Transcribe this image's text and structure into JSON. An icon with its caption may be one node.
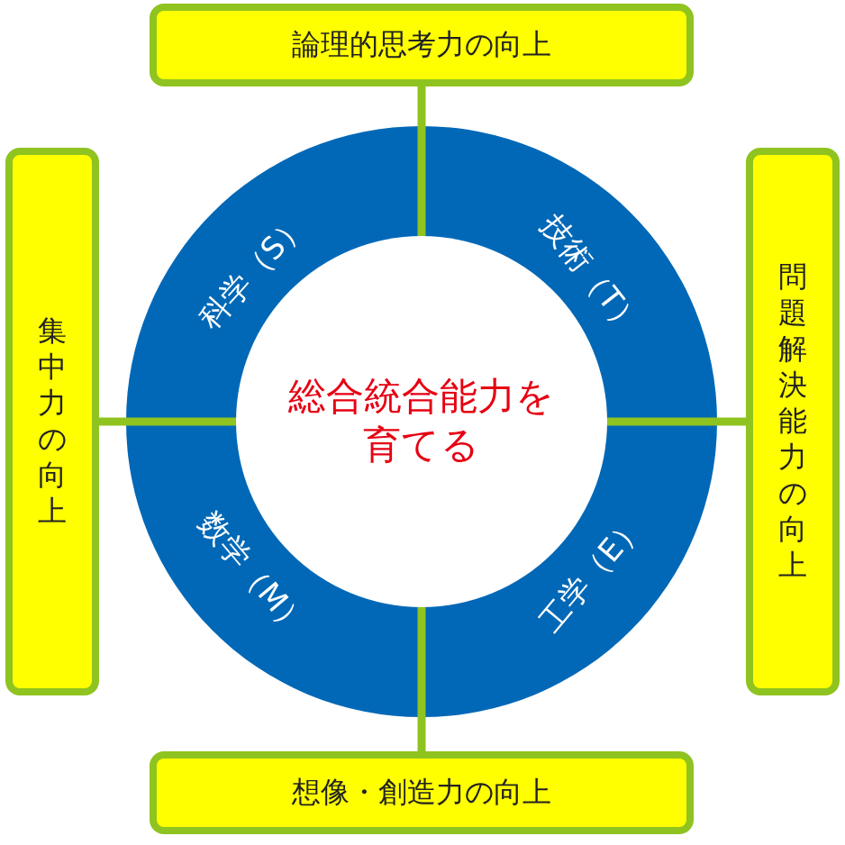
{
  "diagram": {
    "nodes": [
      {
        "text": [
          "論理的思考力の向上"
        ]
      },
      {
        "text": [
          "集中力の向上"
        ]
      },
      {
        "text": [
          "総合統合能力を育てる"
        ]
      },
      {
        "text": [
          "問題解決能力の向上"
        ]
      },
      {
        "text": [
          "想像・創造力の向上"
        ]
      }
    ],
    "edges": [
      {
        "from": 0,
        "to": 2,
        "arrow": "none"
      },
      {
        "from": 1,
        "to": 2,
        "arrow": "none"
      },
      {
        "from": 3,
        "to": 2,
        "arrow": "none"
      },
      {
        "from": 4,
        "to": 2,
        "arrow": "none"
      }
    ],
    "labels": [
      "科学（S）",
      "技術（T）",
      "数学（M）",
      "工学（E）"
    ]
  }
}
